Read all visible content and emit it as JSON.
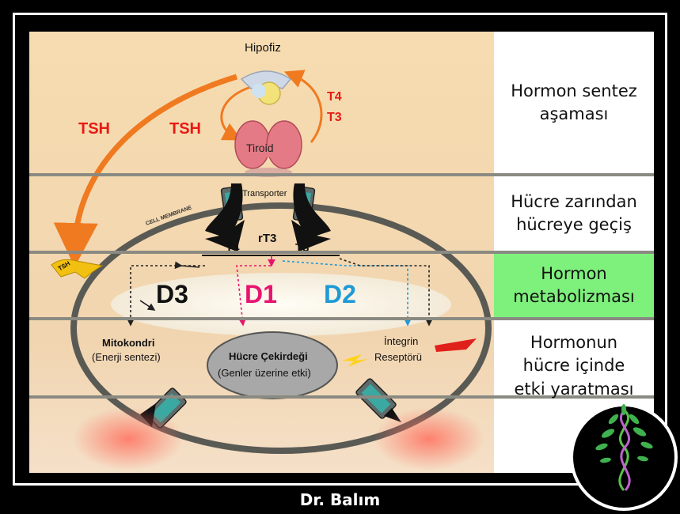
{
  "diagram": {
    "pituitary_label": "Hipofiz",
    "thyroid_label": "Tiroid",
    "tsh_left": "TSH",
    "tsh_mid": "TSH",
    "feedback_t4": "T4",
    "feedback_t3": "T3",
    "transporter_label": "Transporter",
    "membrane_label": "CELL MEMBRANE",
    "rt3": "rT3",
    "t4": "T4",
    "t3": "T3",
    "tsh_receptor": "TSH",
    "d3": "D3",
    "d1": "D1",
    "d2": "D2",
    "mito_title": "Mitokondri",
    "mito_sub": "(Enerji sentezi)",
    "nucleus_title": "Hücre Çekirdeği",
    "nucleus_sub": "(Genler üzerine etki)",
    "integrin_line1": "İntegrin",
    "integrin_line2": "Reseptörü"
  },
  "stages": {
    "s1_line1": "Hormon sentez",
    "s1_line2": "aşaması",
    "s2_line1": "Hücre zarından",
    "s2_line2": "hücreye geçiş",
    "s3_line1": "Hormon",
    "s3_line2": "metabolizması",
    "s4_line1": "Hormonun",
    "s4_line2": "hücre içinde",
    "s4_line3": "etki yaratması"
  },
  "footer": {
    "author": "Dr. Balım"
  },
  "colors": {
    "tsh_red": "#e81a12",
    "d1_pink": "#e8136f",
    "d2_blue": "#1f9ad6",
    "stage_green": "#7ef07c"
  }
}
